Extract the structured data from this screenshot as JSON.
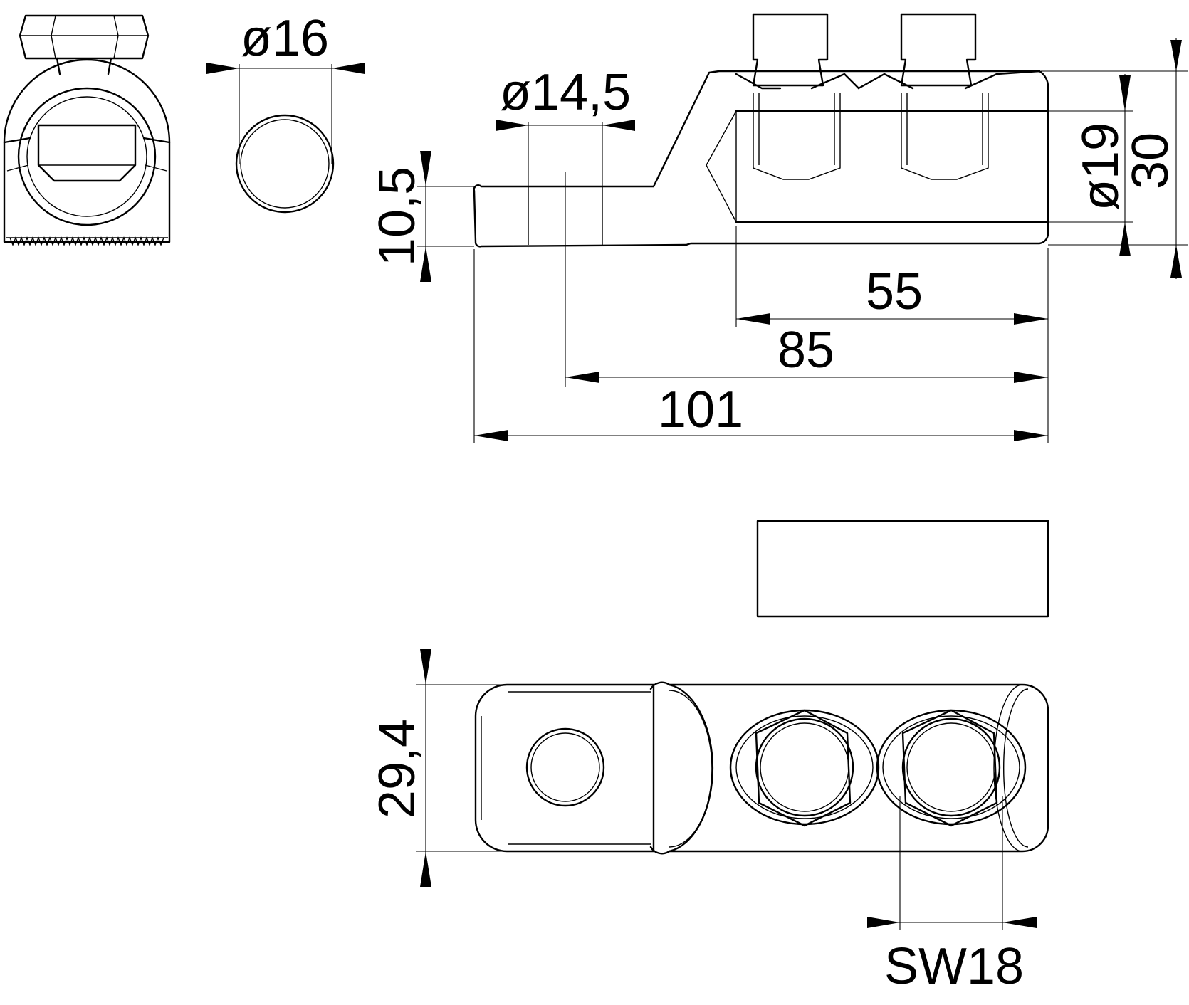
{
  "dimensions": {
    "d16": "ø16",
    "d14_5": "ø14,5",
    "h10_5": "10,5",
    "d19": "ø19",
    "h30": "30",
    "l55": "55",
    "l85": "85",
    "l101": "101",
    "w29_4": "29,4",
    "sw18": "SW18"
  }
}
